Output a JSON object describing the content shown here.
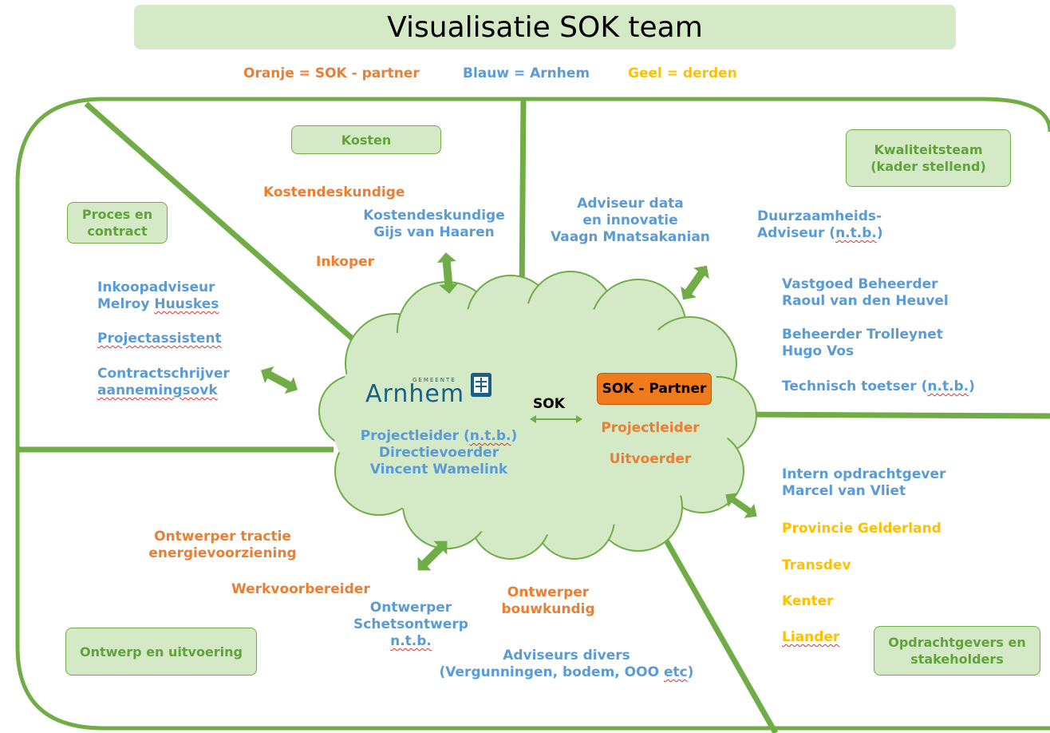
{
  "title": "Visualisatie SOK team",
  "legend": {
    "orange": "Oranje = SOK - partner",
    "blue": "Blauw = Arnhem",
    "yellow": "Geel = derden"
  },
  "colors": {
    "orange": "#ed7d31",
    "blue": "#5b9bd5",
    "yellow": "#ffc000",
    "green": "#70ad47",
    "light_green": "#d4e9c6"
  },
  "sections": {
    "kosten": "Kosten",
    "kwaliteitsteam": [
      "Kwaliteitsteam",
      "(kader stellend)"
    ],
    "proces": [
      "Proces en",
      "contract"
    ],
    "ontwerp": "Ontwerp en uitvoering",
    "opdrachtgevers": [
      "Opdrachtgevers en",
      "stakeholders"
    ]
  },
  "kosten_roles": {
    "kostendeskundige_partner": "Kostendeskundige",
    "kostendeskundige_arnhem": [
      "Kostendeskundige",
      "Gijs van Haaren"
    ],
    "inkoper": "Inkoper"
  },
  "proces_roles": {
    "inkoopadviseur": [
      "Inkoopadviseur",
      "Melroy ",
      "Huuskes"
    ],
    "projectassistent": "Projectassistent",
    "contractschrijver": [
      "Contractschrijver",
      "aannemingsovk"
    ]
  },
  "kwaliteit_roles": {
    "adviseur_data": [
      "Adviseur data",
      "en innovatie",
      "Vaagn Mnatsakanian"
    ],
    "duurzaamheid": [
      "Duurzaamheids-",
      "Adviseur (",
      "n.t.b.",
      ")"
    ],
    "vastgoed": [
      "Vastgoed Beheerder",
      "Raoul van den Heuvel"
    ],
    "trolleynet": [
      "Beheerder Trolleynet",
      "Hugo Vos"
    ],
    "toetser": [
      "Technisch toetser (",
      "n.t.b.",
      ")"
    ]
  },
  "cloud": {
    "logo_small": "GEMEENTE",
    "logo": "Arnhem",
    "sok": "SOK",
    "partner_badge": "SOK - Partner",
    "arnhem_roles": [
      "Projectleider (",
      "n.t.b.",
      ")",
      "Directievoerder",
      "Vincent Wamelink"
    ],
    "partner_roles": [
      "Projectleider",
      "Uitvoerder"
    ]
  },
  "stakeholder_roles": {
    "intern": [
      "Intern opdrachtgever",
      "Marcel van Vliet"
    ],
    "provincie": "Provincie Gelderland",
    "transdev": "Transdev",
    "kenter": "Kenter",
    "liander": "Liander"
  },
  "ontwerp_roles": {
    "tractie": [
      "Ontwerper tractie",
      "energievoorziening"
    ],
    "werkvoorbereider": "Werkvoorbereider",
    "schets": [
      "Ontwerper",
      "Schetsontwerp",
      "n.t.b."
    ],
    "bouwkundig": [
      "Ontwerper",
      "bouwkundig"
    ],
    "adviseurs": [
      "Adviseurs divers",
      "(Vergunningen, bodem, OOO ",
      "etc",
      ")"
    ]
  },
  "icons": [
    "arnhem-logo-icon",
    "double-arrow-icon",
    "sok-arrow-icon"
  ]
}
